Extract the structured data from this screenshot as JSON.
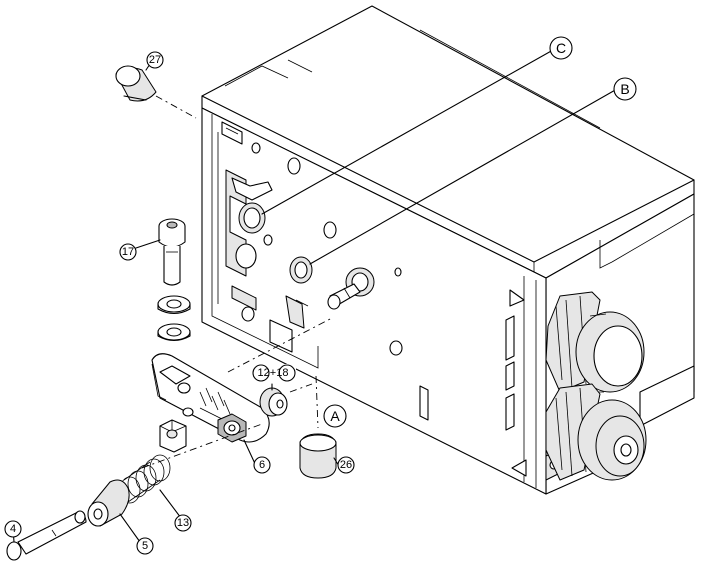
{
  "callouts": {
    "c27": "27",
    "c17": "17",
    "c12_18": "12+18",
    "c6": "6",
    "c26": "26",
    "c13": "13",
    "c5": "5",
    "c4": "4",
    "cA": "A",
    "cB": "B",
    "cC": "C"
  }
}
